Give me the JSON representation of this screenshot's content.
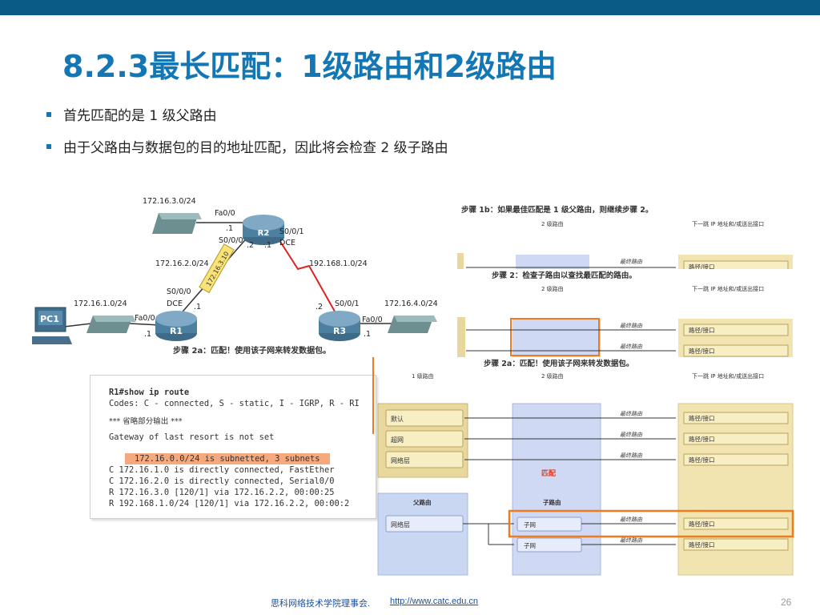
{
  "slide": {
    "title": "8.2.3最长匹配：1级路由和2级路由",
    "bullets": [
      "首先匹配的是 1 级父路由",
      "由于父路由与数据包的目的地址匹配，因此将会检查 2 级子路由"
    ],
    "footer_org": "思科网络技术学院理事会.",
    "footer_url": "http://www.catc.edu.cn",
    "page_number": "26"
  },
  "topology": {
    "routers": [
      "R1",
      "R2",
      "R3"
    ],
    "pc": "PC1",
    "labels": {
      "net_top": "172.16.3.0/24",
      "r2_fa": "Fa0/0",
      "r2_fa_ip": ".1",
      "r2_s001": "S0/0/1",
      "r2_s001_ip": ".1",
      "r2_dce": "DCE",
      "r2_s000": "S0/0/0",
      "r2_s000_ip": ".2",
      "net_left_mid": "172.16.2.0/24",
      "net_right_mid": "192.168.1.0/24",
      "link_tag": "172.16.3.10",
      "r1_s000": "S0/0/0",
      "r1_dce": "DCE",
      "r1_s000_ip": ".1",
      "net_left": "172.16.1.0/24",
      "r1_fa": "Fa0/0",
      "r1_fa_ip": ".1",
      "r3_s001": "S0/0/1",
      "r3_s001_ip": ".2",
      "net_right": "172.16.4.0/24",
      "r3_fa": "Fa0/0",
      "r3_fa_ip": ".1",
      "step2a": "步骤 2a：匹配！使用该子网来转发数据包。"
    }
  },
  "cli": {
    "lines": [
      "R1#show ip route",
      "Codes: C - connected, S - static, I - IGRP, R - RI",
      "*** 省略部分输出 ***",
      "Gateway of last resort is not set",
      "172.16.0.0/24 is subnetted, 3 subnets",
      "C      172.16.1.0 is directly connected, FastEther",
      "C      172.16.2.0 is directly connected, Serial0/0",
      "R      172.16.3.0 [120/1] via 172.16.2.2, 00:00:25",
      "R    192.168.1.0/24 [120/1] via 172.16.2.2, 00:00:2"
    ]
  },
  "flow": {
    "step1b": "步骤 1b：如果最佳匹配是 1 级父路由，则继续步骤 2。",
    "step2": "步骤 2：检查子路由以查找最匹配的路由。",
    "step2a": "步骤 2a：匹配！使用该子网来转发数据包。",
    "col_l1": "1 级路由",
    "col_l2": "2 级路由",
    "col_next": "下一跳 IP 地址和/或送出接口",
    "final_route": "最终路由",
    "path_iface": "路径/接口",
    "default": "默认",
    "supernet": "超网",
    "netlevel": "网络层",
    "match": "匹配",
    "parent": "父路由",
    "child": "子路由",
    "subnet": "子网"
  },
  "colors": {
    "accent": "#1377b6",
    "topbar": "#0a5b86",
    "orange": "#f07a1e",
    "tan": "#f2e4b0",
    "blue_col": "#cfd9f4"
  }
}
